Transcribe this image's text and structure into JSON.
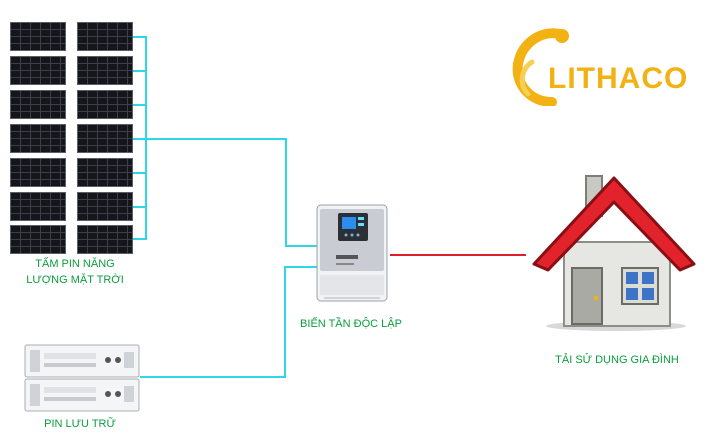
{
  "logo": {
    "text": "LITHACO",
    "color": "#f2b213"
  },
  "nodes": {
    "solar": {
      "label_line1": "TẤM PIN NĂNG",
      "label_line2": "LƯỢNG MẶT TRỜI"
    },
    "inverter": {
      "label": "BIẾN TẦN ĐỘC LẬP"
    },
    "battery": {
      "label": "PIN LƯU TRỮ"
    },
    "house": {
      "label": "TẢI SỬ DỤNG GIA ĐÌNH"
    }
  },
  "colors": {
    "dc_wire": "#2fd6e8",
    "ac_wire": "#e11d2a",
    "label_text": "#0a9e3c"
  }
}
